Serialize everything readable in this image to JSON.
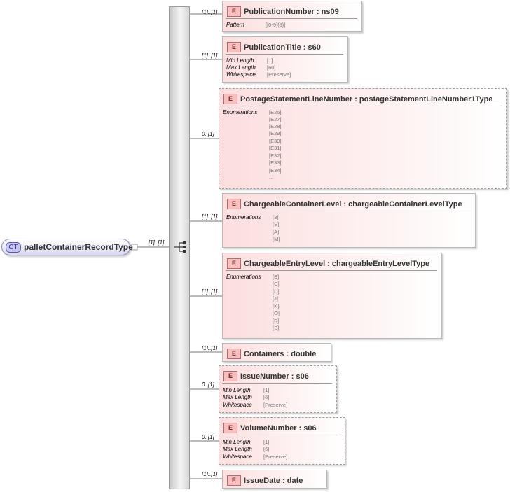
{
  "complex_type": {
    "badge": "CT",
    "name": "palletContainerRecordType",
    "multiplicity": "[1]..[1]"
  },
  "element_badge": "E",
  "elements": [
    {
      "name": "PublicationNumber : ns09",
      "multiplicity": "[1]..[1]",
      "facets": [
        {
          "label": "Pattern",
          "values": [
            "[[0-9]{9}]"
          ]
        }
      ]
    },
    {
      "name": "PublicationTitle : s60",
      "multiplicity": "[1]..[1]",
      "facets": [
        {
          "label": "Min Length",
          "values": [
            "[1]"
          ]
        },
        {
          "label": "Max Length",
          "values": [
            "[60]"
          ]
        },
        {
          "label": "Whitespace",
          "values": [
            "[Preserve]"
          ]
        }
      ]
    },
    {
      "name": "PostageStatementLineNumber : postageStatementLineNumber1Type",
      "multiplicity": "0..[1]",
      "facets": [
        {
          "label": "Enumerations",
          "values": [
            "[E26]",
            "[E27]",
            "[E28]",
            "[E29]",
            "[E30]",
            "[E31]",
            "[E32]",
            "[E33]",
            "[E34]",
            "..."
          ]
        }
      ]
    },
    {
      "name": "ChargeableContainerLevel : chargeableContainerLevelType",
      "multiplicity": "[1]..[1]",
      "facets": [
        {
          "label": "Enumerations",
          "values": [
            "[3]",
            "[S]",
            "[A]",
            "[M]"
          ]
        }
      ]
    },
    {
      "name": "ChargeableEntryLevel : chargeableEntryLevelType",
      "multiplicity": "[1]..[1]",
      "facets": [
        {
          "label": "Enumerations",
          "values": [
            "[B]",
            "[C]",
            "[D]",
            "[J]",
            "[K]",
            "[O]",
            "[R]",
            "[S]"
          ]
        }
      ]
    },
    {
      "name": "Containers : double",
      "multiplicity": "[1]..[1]",
      "facets": []
    },
    {
      "name": "IssueNumber : s06",
      "multiplicity": "0..[1]",
      "facets": [
        {
          "label": "Min Length",
          "values": [
            "[1]"
          ]
        },
        {
          "label": "Max Length",
          "values": [
            "[6]"
          ]
        },
        {
          "label": "Whitespace",
          "values": [
            "[Preserve]"
          ]
        }
      ]
    },
    {
      "name": "VolumeNumber : s06",
      "multiplicity": "0..[1]",
      "facets": [
        {
          "label": "Min Length",
          "values": [
            "[1]"
          ]
        },
        {
          "label": "Max Length",
          "values": [
            "[6]"
          ]
        },
        {
          "label": "Whitespace",
          "values": [
            "[Preserve]"
          ]
        }
      ]
    },
    {
      "name": "IssueDate : date",
      "multiplicity": "[1]..[1]",
      "facets": []
    }
  ]
}
